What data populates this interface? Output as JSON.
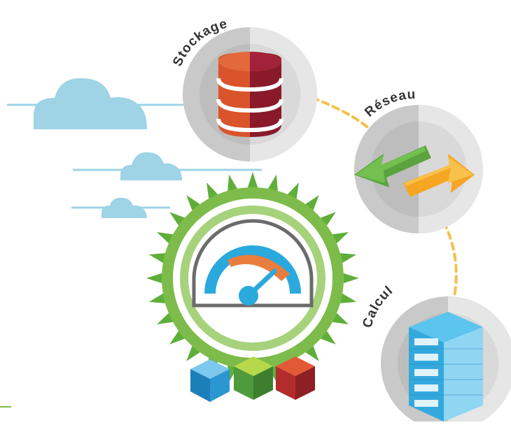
{
  "labels": {
    "storage": "Stockage",
    "network": "Réseau",
    "compute": "Calcul"
  },
  "colors": {
    "cloud": "#9fd3e6",
    "circle_light": "#e6e6e6",
    "circle_dark": "#c9c9c9",
    "circle_inner": "#d9d9d9",
    "dash": "#f3c04c",
    "storage_red": "#d9542b",
    "storage_dark": "#8a1a2a",
    "arrow_green": "#5aa33e",
    "arrow_orange": "#f6a623",
    "server_blue": "#33a9de",
    "gear_green": "#7dbb4b",
    "gauge_blue": "#2aa9dd",
    "gauge_orange": "#e87d3e",
    "cube_blue": "#1d7fb8",
    "cube_green": "#4f9a3a",
    "cube_red": "#b32b2b"
  },
  "icons": [
    "database-icon",
    "exchange-arrows-icon",
    "server-icon",
    "speedometer-icon",
    "cloud-icon",
    "cube-icon"
  ]
}
